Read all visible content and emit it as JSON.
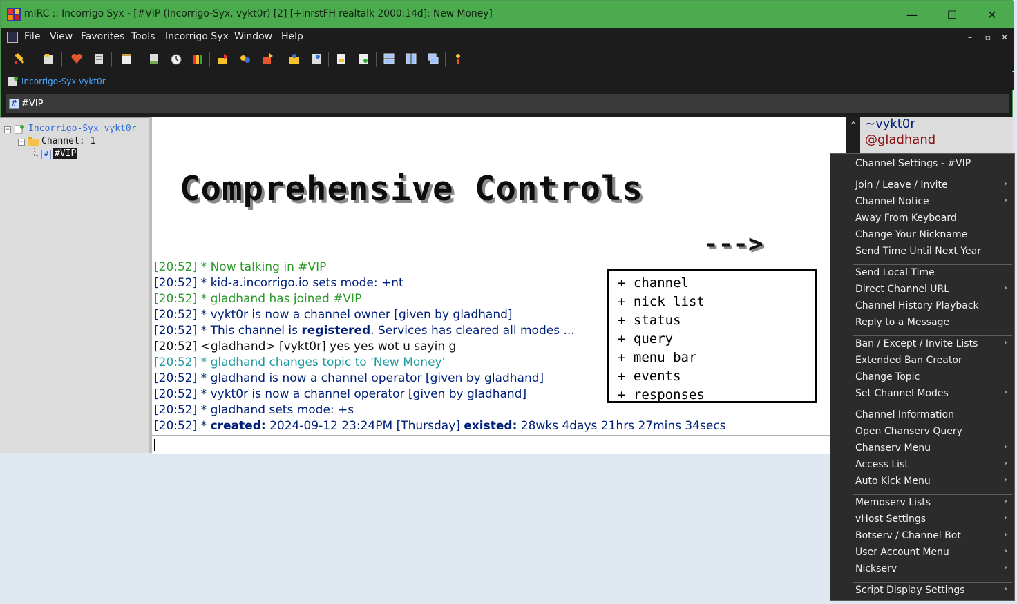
{
  "window": {
    "title": "mIRC :: Incorrigo Syx - [#VIP (Incorrigo-Syx, vykt0r) [2] [+inrstFH realtalk 2000:14d]: New Money]",
    "minimize_glyph": "—",
    "maximize_glyph": "☐",
    "close_glyph": "✕"
  },
  "menubar": {
    "items": [
      "File",
      "View",
      "Favorites",
      "Tools",
      "Incorrigo Syx",
      "Window",
      "Help"
    ],
    "mdi": [
      "–",
      "⧉",
      "✕"
    ]
  },
  "toolbar": {
    "icons": [
      "connect-icon",
      "options-icon",
      "favorites-icon",
      "address-book-icon",
      "notes-icon",
      "scripts-editor-icon",
      "timer-icon",
      "colors-icon",
      "dcc-send-icon",
      "dcc-chat-icon",
      "dcc-options-icon",
      "channels-folder-icon",
      "list-channels-icon",
      "received-files-icon",
      "logs-icon",
      "tile-horizontal-icon",
      "tile-vertical-icon",
      "cascade-icon",
      "help-icon"
    ]
  },
  "switchbar": {
    "label": "Incorrigo-Syx vykt0r"
  },
  "tabbar": {
    "label": "#VIP"
  },
  "treebar": {
    "server": "Incorrigo-Syx vykt0r",
    "folder": "Channel: 1",
    "channel": "#VIP"
  },
  "chat": {
    "banner": "Comprehensive Controls",
    "arrow": "--->",
    "box_items": [
      "+ channel",
      "+ nick list",
      "+ status",
      "+ query",
      "+ menu bar",
      "+ events",
      "+ responses"
    ],
    "lines": [
      {
        "color": "green",
        "ts": "[20:52]",
        "parts": [
          {
            "t": " * Now talking in #VIP",
            "b": false
          }
        ]
      },
      {
        "color": "navy",
        "ts": "[20:52]",
        "parts": [
          {
            "t": " * kid-a.incorrigo.io sets mode: +nt",
            "b": false
          }
        ]
      },
      {
        "color": "green",
        "ts": "[20:52]",
        "parts": [
          {
            "t": " * gladhand has joined #VIP",
            "b": false
          }
        ]
      },
      {
        "color": "navy",
        "ts": "[20:52]",
        "parts": [
          {
            "t": " * vykt0r is now a channel owner [given by gladhand]",
            "b": false
          }
        ]
      },
      {
        "color": "navy",
        "ts": "[20:52]",
        "parts": [
          {
            "t": " * This channel is ",
            "b": false
          },
          {
            "t": "registered",
            "b": true
          },
          {
            "t": ". Services has cleared all modes ...",
            "b": false
          }
        ]
      },
      {
        "color": "black",
        "ts": "[20:52]",
        "parts": [
          {
            "t": " <gladhand> [vykt0r] yes yes wot u sayin g",
            "b": false
          }
        ]
      },
      {
        "color": "teal",
        "ts": "[20:52]",
        "parts": [
          {
            "t": " * gladhand changes topic to 'New Money'",
            "b": false
          }
        ]
      },
      {
        "color": "navy",
        "ts": "[20:52]",
        "parts": [
          {
            "t": " * gladhand is now a channel operator [given by gladhand]",
            "b": false
          }
        ]
      },
      {
        "color": "navy",
        "ts": "[20:52]",
        "parts": [
          {
            "t": " * vykt0r is now a channel operator [given by gladhand]",
            "b": false
          }
        ]
      },
      {
        "color": "navy",
        "ts": "[20:52]",
        "parts": [
          {
            "t": " * gladhand sets mode: +s",
            "b": false
          }
        ]
      },
      {
        "color": "navy",
        "ts": "[20:52]",
        "parts": [
          {
            "t": " * ",
            "b": false
          },
          {
            "t": "created:",
            "b": true
          },
          {
            "t": " 2024-09-12 23:24PM [Thursday] ",
            "b": false
          },
          {
            "t": "existed:",
            "b": true
          },
          {
            "t": " 28wks 4days 21hrs 27mins 34secs",
            "b": false
          }
        ]
      }
    ]
  },
  "nicklist": {
    "nicks": [
      {
        "name": "~vykt0r",
        "color": "#00217b"
      },
      {
        "name": "@gladhand",
        "color": "#8b1010"
      }
    ]
  },
  "context_menu": {
    "groups": [
      [
        {
          "label": "Channel Settings - #VIP",
          "sub": false
        }
      ],
      [
        {
          "label": "Join / Leave / Invite",
          "sub": true
        },
        {
          "label": "Channel Notice",
          "sub": true
        },
        {
          "label": "Away From Keyboard",
          "sub": false
        },
        {
          "label": "Change Your Nickname",
          "sub": false
        },
        {
          "label": "Send Time Until Next Year",
          "sub": false
        }
      ],
      [
        {
          "label": "Send Local Time",
          "sub": false
        },
        {
          "label": "Direct Channel URL",
          "sub": true
        },
        {
          "label": "Channel History Playback",
          "sub": false
        },
        {
          "label": "Reply to a Message",
          "sub": false
        }
      ],
      [
        {
          "label": "Ban / Except / Invite Lists",
          "sub": true
        },
        {
          "label": "Extended Ban Creator",
          "sub": false
        },
        {
          "label": "Change Topic",
          "sub": false
        },
        {
          "label": "Set Channel Modes",
          "sub": true
        }
      ],
      [
        {
          "label": "Channel Information",
          "sub": false
        },
        {
          "label": "Open Chanserv Query",
          "sub": false
        },
        {
          "label": "Chanserv Menu",
          "sub": true
        },
        {
          "label": "Access List",
          "sub": true
        },
        {
          "label": "Auto Kick Menu",
          "sub": true
        }
      ],
      [
        {
          "label": "Memoserv Lists",
          "sub": true
        },
        {
          "label": "vHost Settings",
          "sub": true
        },
        {
          "label": "Botserv / Channel Bot",
          "sub": true
        },
        {
          "label": "User Account Menu",
          "sub": true
        },
        {
          "label": "Nickserv",
          "sub": true
        }
      ],
      [
        {
          "label": "Script Display Settings",
          "sub": true
        }
      ]
    ],
    "submenu_glyph": "›"
  }
}
